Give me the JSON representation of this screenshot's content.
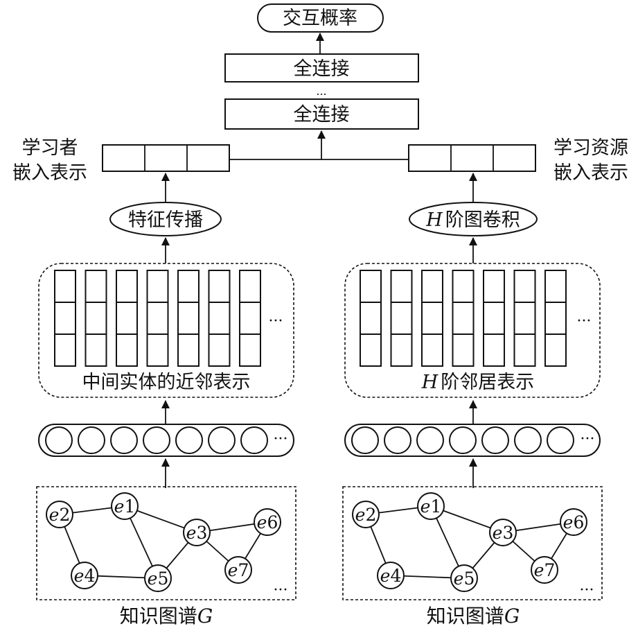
{
  "top": {
    "output": "交互概率",
    "fc_top": "全连接",
    "ellipsis": "...",
    "fc_bottom": "全连接"
  },
  "left": {
    "embed_line1": "学习者",
    "embed_line2": "嵌入表示",
    "propagate": "特征传播",
    "neighbors": "中间实体的近邻表示",
    "kg_label": "知识图谱",
    "kg_symbol": "G"
  },
  "right": {
    "embed_line1": "学习资源",
    "embed_line2": "嵌入表示",
    "conv_symbol": "H",
    "conv_text": "阶图卷积",
    "neighbors_symbol": "H",
    "neighbors_text": "阶邻居表示",
    "kg_label": "知识图谱",
    "kg_symbol": "G"
  },
  "common": {
    "more": "···"
  },
  "graph": {
    "nodes": [
      {
        "id": "e1",
        "letter": "e",
        "num": "1"
      },
      {
        "id": "e2",
        "letter": "e",
        "num": "2"
      },
      {
        "id": "e3",
        "letter": "e",
        "num": "3"
      },
      {
        "id": "e4",
        "letter": "e",
        "num": "4"
      },
      {
        "id": "e5",
        "letter": "e",
        "num": "5"
      },
      {
        "id": "e6",
        "letter": "e",
        "num": "6"
      },
      {
        "id": "e7",
        "letter": "e",
        "num": "7"
      }
    ],
    "edges": [
      [
        "e2",
        "e1"
      ],
      [
        "e2",
        "e4"
      ],
      [
        "e1",
        "e3"
      ],
      [
        "e1",
        "e5"
      ],
      [
        "e4",
        "e5"
      ],
      [
        "e5",
        "e3"
      ],
      [
        "e3",
        "e6"
      ],
      [
        "e3",
        "e7"
      ],
      [
        "e6",
        "e7"
      ]
    ]
  }
}
